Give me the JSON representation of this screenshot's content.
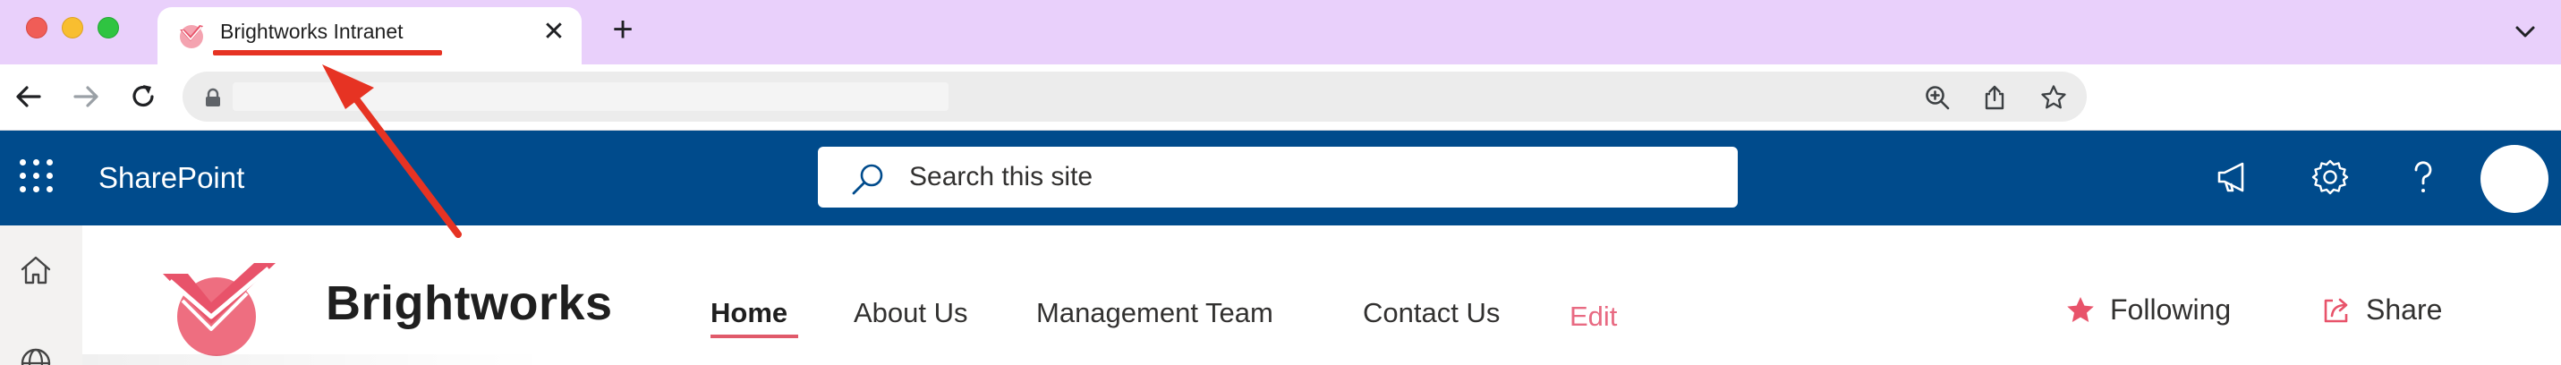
{
  "browser": {
    "tab": {
      "title": "Brightworks Intranet",
      "close_glyph": "✕"
    },
    "new_tab_glyph": "+",
    "icons": {
      "back": "arrow-left-icon",
      "forward": "arrow-right-icon",
      "reload": "reload-icon",
      "lock": "lock-icon",
      "zoom": "zoom-in-icon",
      "share": "share-icon",
      "bookmark": "star-outline-icon",
      "tab_menu": "chevron-down-icon"
    },
    "colors": {
      "tabstrip": "#e9d0fb",
      "highlight": "#e63323"
    }
  },
  "suitebar": {
    "brand": "SharePoint",
    "search_placeholder": "Search this site",
    "icons": [
      "megaphone-icon",
      "gear-icon",
      "help-icon"
    ],
    "color": "#004b8c"
  },
  "site": {
    "title": "Brightworks",
    "nav": [
      {
        "label": "Home",
        "active": true
      },
      {
        "label": "About Us"
      },
      {
        "label": "Management Team"
      },
      {
        "label": "Contact Us"
      }
    ],
    "edit_label": "Edit",
    "following_label": "Following",
    "share_label": "Share",
    "accent": "#e8536a"
  }
}
